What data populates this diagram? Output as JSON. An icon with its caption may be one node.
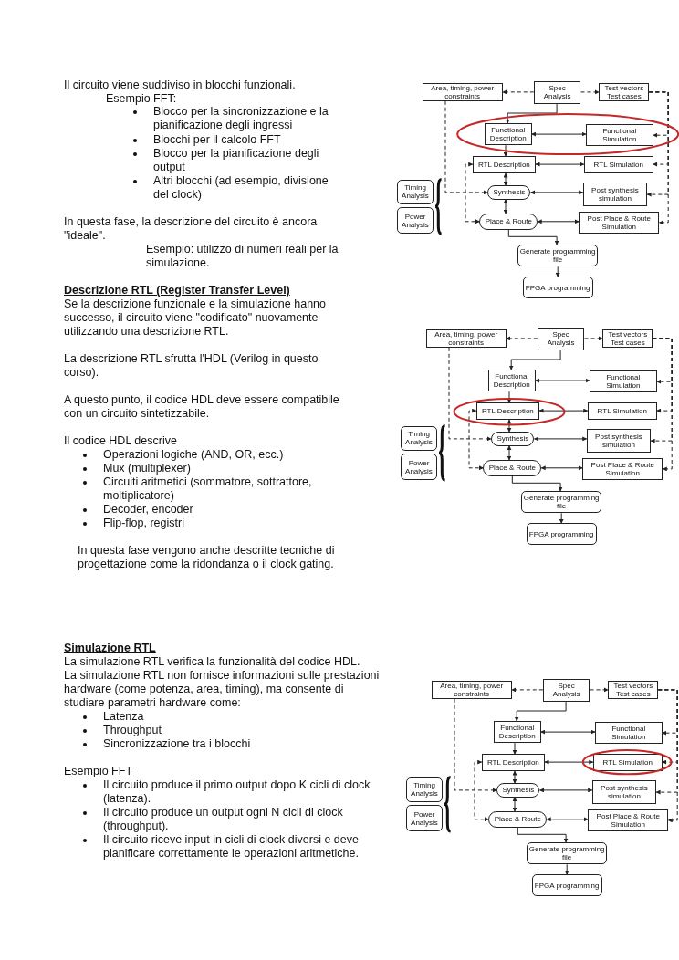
{
  "diagram": {
    "nodes": [
      {
        "text": [
          "Area, timing, power constraints"
        ]
      },
      {
        "text": [
          "Spec Analysis"
        ]
      },
      {
        "text": [
          "Test vectors Test cases"
        ]
      },
      {
        "text": [
          "Functional Description"
        ]
      },
      {
        "text": [
          "Functional Simulation"
        ]
      },
      {
        "text": [
          "RTL Description"
        ]
      },
      {
        "text": [
          "RTL Simulation"
        ]
      },
      {
        "text": [
          "Timing Analysis"
        ]
      },
      {
        "text": [
          "Power Analysis"
        ]
      },
      {
        "text": [
          "Synthesis"
        ]
      },
      {
        "text": [
          "Post synthesis simulation"
        ]
      },
      {
        "text": [
          "Place & Route"
        ]
      },
      {
        "text": [
          "Post Place & Route Simulation"
        ]
      },
      {
        "text": [
          "Generate programming file"
        ]
      },
      {
        "text": [
          "FPGA programming"
        ]
      },
      {
        "text": [
          "Area, timing, power constraints"
        ]
      },
      {
        "text": [
          "Spec Analysis"
        ]
      },
      {
        "text": [
          "Test vectors Test cases"
        ]
      },
      {
        "text": [
          "Functional Description"
        ]
      },
      {
        "text": [
          "Functional Simulation"
        ]
      },
      {
        "text": [
          "RTL Description"
        ]
      },
      {
        "text": [
          "RTL Simulation"
        ]
      },
      {
        "text": [
          "Timing Analysis"
        ]
      },
      {
        "text": [
          "Power Analysis"
        ]
      },
      {
        "text": [
          "Synthesis"
        ]
      },
      {
        "text": [
          "Post synthesis simulation"
        ]
      },
      {
        "text": [
          "Place & Route"
        ]
      },
      {
        "text": [
          "Post Place & Route Simulation"
        ]
      },
      {
        "text": [
          "Generate programming file"
        ]
      },
      {
        "text": [
          "FPGA programming"
        ]
      },
      {
        "text": [
          "Area, timing, power constraints"
        ]
      },
      {
        "text": [
          "Spec Analysis"
        ]
      },
      {
        "text": [
          "Test vectors Test cases"
        ]
      },
      {
        "text": [
          "Functional Description"
        ]
      },
      {
        "text": [
          "Functional Simulation"
        ]
      },
      {
        "text": [
          "RTL Description"
        ]
      },
      {
        "text": [
          "RTL Simulation"
        ]
      },
      {
        "text": [
          "Timing Analysis"
        ]
      },
      {
        "text": [
          "Power Analysis"
        ]
      },
      {
        "text": [
          "Synthesis"
        ]
      },
      {
        "text": [
          "Post synthesis simulation"
        ]
      },
      {
        "text": [
          "Place & Route"
        ]
      },
      {
        "text": [
          "Post Place & Route Simulation"
        ]
      },
      {
        "text": [
          "Generate programming file"
        ]
      },
      {
        "text": [
          "FPGA programming"
        ]
      }
    ],
    "edges": [
      {
        "from": 1,
        "to": 0,
        "arrow": "to",
        "style": "dashed"
      },
      {
        "from": 1,
        "to": 2,
        "arrow": "to",
        "style": "dashed"
      },
      {
        "from": 1,
        "to": 3,
        "arrow": "to"
      },
      {
        "from": 3,
        "to": 4,
        "arrow": "both"
      },
      {
        "from": 3,
        "to": 5,
        "arrow": "to"
      },
      {
        "from": 5,
        "to": 6,
        "arrow": "both"
      },
      {
        "from": 5,
        "to": 9,
        "arrow": "both"
      },
      {
        "from": 9,
        "to": 10,
        "arrow": "both"
      },
      {
        "from": 9,
        "to": 11,
        "arrow": "both"
      },
      {
        "from": 11,
        "to": 12,
        "arrow": "both"
      },
      {
        "from": 11,
        "to": 13,
        "arrow": "to"
      },
      {
        "from": 13,
        "to": 14,
        "arrow": "to"
      },
      {
        "from": 0,
        "to": 9,
        "arrow": "to",
        "style": "dashed"
      },
      {
        "from": 5,
        "to": 11,
        "arrow": "both",
        "style": "dashed"
      },
      {
        "from": 2,
        "to": 4,
        "arrow": "to",
        "style": "dashed"
      },
      {
        "from": 2,
        "to": 6,
        "arrow": "to",
        "style": "dashed"
      },
      {
        "from": 2,
        "to": 10,
        "arrow": "to",
        "style": "dashed"
      },
      {
        "from": 2,
        "to": 12,
        "arrow": "to",
        "style": "dashed"
      },
      {
        "from": 16,
        "to": 15,
        "arrow": "to",
        "style": "dashed"
      },
      {
        "from": 16,
        "to": 17,
        "arrow": "to",
        "style": "dashed"
      },
      {
        "from": 16,
        "to": 18,
        "arrow": "to"
      },
      {
        "from": 18,
        "to": 19,
        "arrow": "both"
      },
      {
        "from": 18,
        "to": 20,
        "arrow": "to"
      },
      {
        "from": 20,
        "to": 21,
        "arrow": "both"
      },
      {
        "from": 20,
        "to": 24,
        "arrow": "both"
      },
      {
        "from": 24,
        "to": 25,
        "arrow": "both"
      },
      {
        "from": 24,
        "to": 26,
        "arrow": "both"
      },
      {
        "from": 26,
        "to": 27,
        "arrow": "both"
      },
      {
        "from": 26,
        "to": 28,
        "arrow": "to"
      },
      {
        "from": 28,
        "to": 29,
        "arrow": "to"
      },
      {
        "from": 15,
        "to": 24,
        "arrow": "to",
        "style": "dashed"
      },
      {
        "from": 20,
        "to": 26,
        "arrow": "both",
        "style": "dashed"
      },
      {
        "from": 17,
        "to": 19,
        "arrow": "to",
        "style": "dashed"
      },
      {
        "from": 17,
        "to": 21,
        "arrow": "to",
        "style": "dashed"
      },
      {
        "from": 17,
        "to": 25,
        "arrow": "to",
        "style": "dashed"
      },
      {
        "from": 17,
        "to": 27,
        "arrow": "to",
        "style": "dashed"
      },
      {
        "from": 31,
        "to": 30,
        "arrow": "to",
        "style": "dashed"
      },
      {
        "from": 31,
        "to": 32,
        "arrow": "to",
        "style": "dashed"
      },
      {
        "from": 31,
        "to": 33,
        "arrow": "to"
      },
      {
        "from": 33,
        "to": 34,
        "arrow": "both"
      },
      {
        "from": 33,
        "to": 35,
        "arrow": "to"
      },
      {
        "from": 35,
        "to": 36,
        "arrow": "both"
      },
      {
        "from": 35,
        "to": 39,
        "arrow": "both"
      },
      {
        "from": 39,
        "to": 40,
        "arrow": "both"
      },
      {
        "from": 39,
        "to": 41,
        "arrow": "both"
      },
      {
        "from": 41,
        "to": 42,
        "arrow": "both"
      },
      {
        "from": 41,
        "to": 43,
        "arrow": "to"
      },
      {
        "from": 43,
        "to": 44,
        "arrow": "to"
      },
      {
        "from": 30,
        "to": 39,
        "arrow": "to",
        "style": "dashed"
      },
      {
        "from": 35,
        "to": 41,
        "arrow": "both",
        "style": "dashed"
      },
      {
        "from": 32,
        "to": 34,
        "arrow": "to",
        "style": "dashed"
      },
      {
        "from": 32,
        "to": 36,
        "arrow": "to",
        "style": "dashed"
      },
      {
        "from": 32,
        "to": 40,
        "arrow": "to",
        "style": "dashed"
      },
      {
        "from": 32,
        "to": 42,
        "arrow": "to",
        "style": "dashed"
      }
    ],
    "labels": [
      "Il circuito viene suddiviso in blocchi funzionali.",
      "Esempio FFT:",
      "Blocco per la sincronizzazione e la pianificazione degli ingressi",
      "Blocchi per il calcolo FFT",
      "Blocco per la pianificazione degli output",
      "Altri blocchi (ad esempio, divisione del clock)",
      "In questa fase, la descrizione del circuito è ancora \"ideale\".",
      "Esempio: utilizzo di numeri reali per la simulazione.",
      "Descrizione RTL (Register Transfer Level)",
      "Se la descrizione funzionale e la simulazione hanno successo, il circuito viene \"codificato\" nuovamente utilizzando una descrizione RTL.",
      "La descrizione RTL sfrutta l'HDL (Verilog in questo corso).",
      "A questo punto, il codice HDL deve essere compatibile con un circuito sintetizzabile.",
      "Il codice HDL descrive",
      "Operazioni logiche (AND, OR, ecc.)",
      "Mux (multiplexer)",
      "Circuiti aritmetici (sommatore, sottrattore, moltiplicatore)",
      "Decoder, encoder",
      "Flip-flop, registri",
      "In questa fase vengono anche descritte tecniche di progettazione come la ridondanza o il clock gating.",
      "Simulazione RTL",
      "La simulazione RTL verifica la funzionalità del codice HDL.",
      "La simulazione RTL non fornisce informazioni sulle prestazioni hardware (come potenza, area, timing), ma consente di studiare parametri hardware come:",
      "Latenza",
      "Throughput",
      "Sincronizzazione tra i blocchi",
      "Esempio FFT",
      "Il circuito produce il primo output dopo K cicli di clock (latenza).",
      "Il circuito produce un output ogni N cicli di clock (throughput).",
      "Il circuito riceve input in cicli di clock diversi e deve pianificare correttamente le operazioni aritmetiche."
    ]
  }
}
